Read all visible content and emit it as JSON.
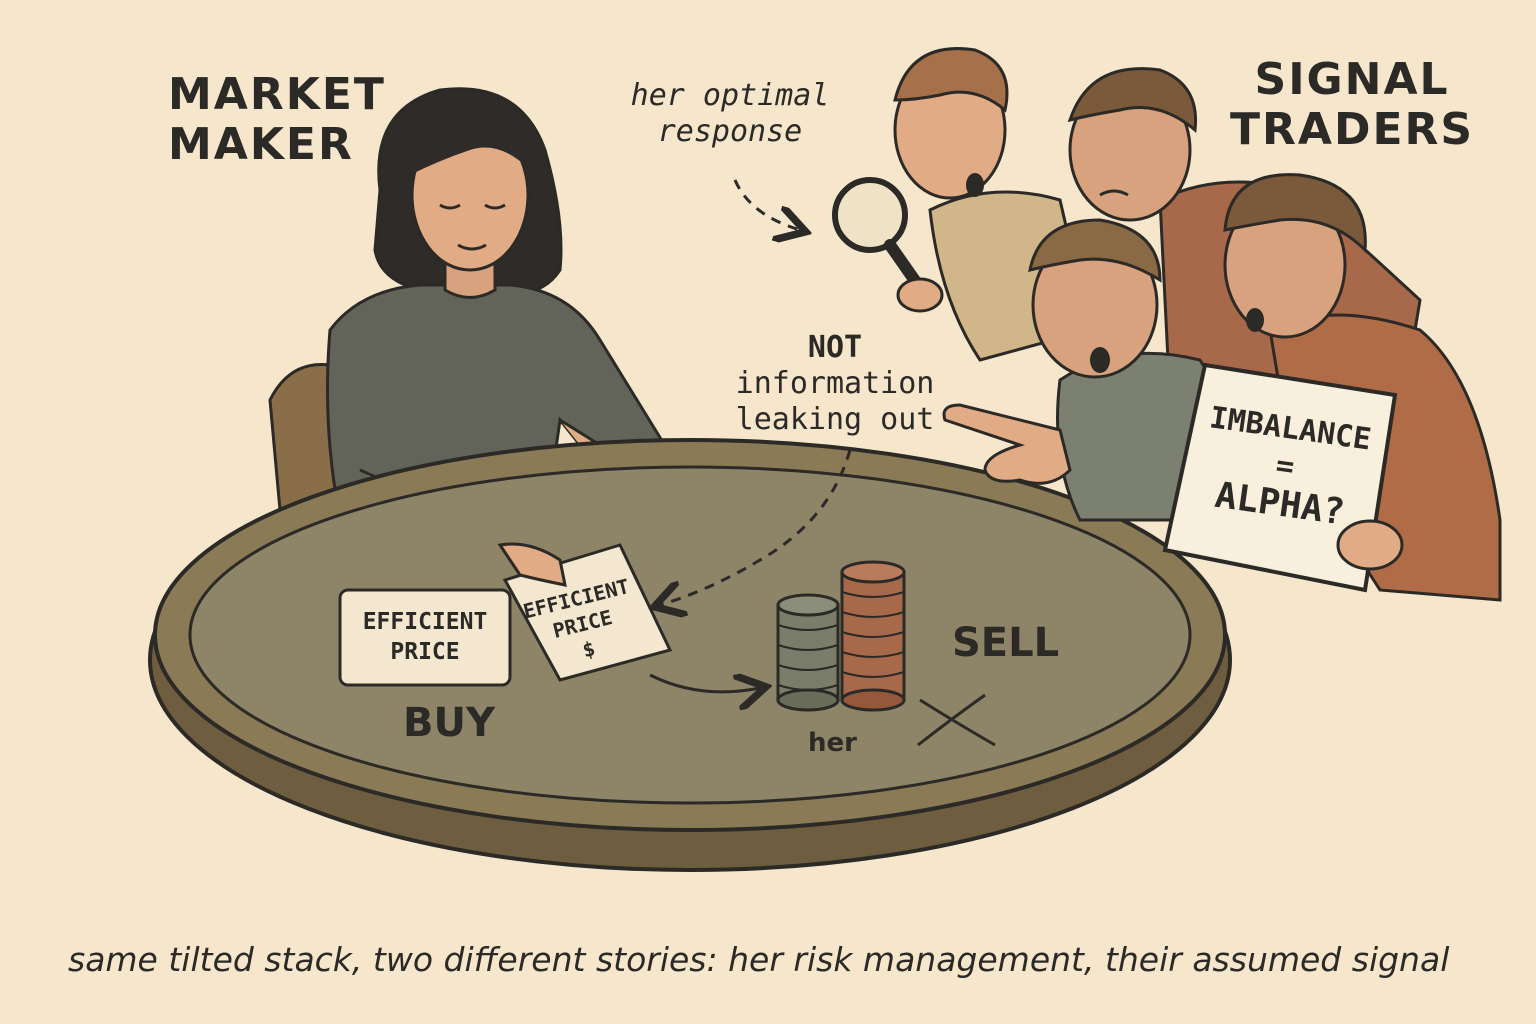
{
  "labels": {
    "market_maker_line1": "MARKET",
    "market_maker_line2": "MAKER",
    "signal_traders_line1": "SIGNAL",
    "signal_traders_line2": "TRADERS",
    "optimal_line1": "her optimal",
    "optimal_line2": "response",
    "not_info_line1": "NOT",
    "not_info_line2": "information",
    "not_info_line3": "leaking out",
    "buy": "BUY",
    "sell": "SELL",
    "her": "her"
  },
  "cards": {
    "flat_line1": "EFFICIENT",
    "flat_line2": "PRICE",
    "held_line1": "EFFICIENT",
    "held_line2": "PRICE",
    "held_symbol": "$"
  },
  "sign": {
    "line1": "IMBALANCE",
    "line2": "=",
    "line3": "ALPHA?"
  },
  "caption": "same tilted stack, two different stories: her risk management, their assumed signal",
  "colors": {
    "background": "#f5e6cc",
    "table_felt": "#8e8468",
    "table_rim": "#6e5d3e",
    "ink": "#2b2a26",
    "grey_chips": "#7a7d6a",
    "copper_chips": "#a8694b"
  },
  "icons": [
    "magnifying-glass-icon",
    "pointing-hand-icon",
    "cross-mark-icon",
    "dashed-arrow-icon"
  ]
}
